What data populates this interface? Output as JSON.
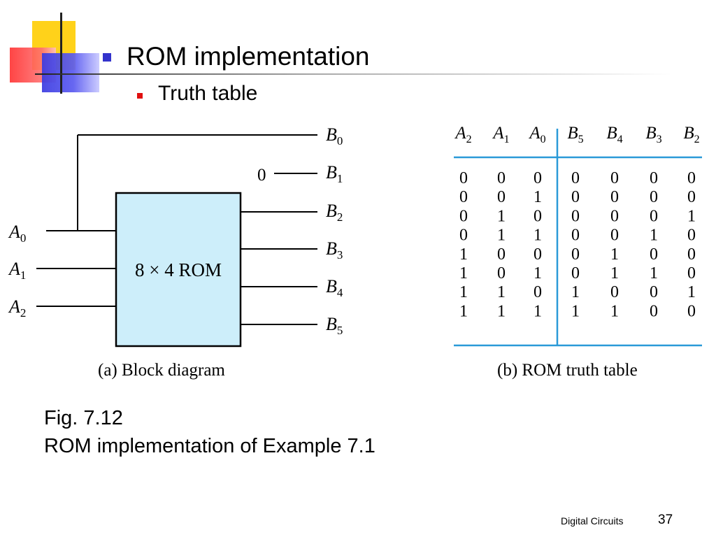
{
  "slide": {
    "title": "ROM implementation",
    "subtitle": "Truth table",
    "caption_line1": "Fig. 7.12",
    "caption_line2": "ROM implementation of Example 7.1",
    "footer": "Digital Circuits",
    "page_number": "37"
  },
  "block_diagram": {
    "caption": "(a) Block diagram",
    "rom_label": "8 × 4 ROM",
    "constant_zero": "0",
    "inputs": [
      {
        "var": "A",
        "sub": "0"
      },
      {
        "var": "A",
        "sub": "1"
      },
      {
        "var": "A",
        "sub": "2"
      }
    ],
    "outputs": [
      {
        "var": "B",
        "sub": "0"
      },
      {
        "var": "B",
        "sub": "1"
      },
      {
        "var": "B",
        "sub": "2"
      },
      {
        "var": "B",
        "sub": "3"
      },
      {
        "var": "B",
        "sub": "4"
      },
      {
        "var": "B",
        "sub": "5"
      }
    ]
  },
  "truth_table": {
    "caption": "(b) ROM truth table",
    "headers": [
      {
        "var": "A",
        "sub": "2"
      },
      {
        "var": "A",
        "sub": "1"
      },
      {
        "var": "A",
        "sub": "0"
      },
      {
        "var": "B",
        "sub": "5"
      },
      {
        "var": "B",
        "sub": "4"
      },
      {
        "var": "B",
        "sub": "3"
      },
      {
        "var": "B",
        "sub": "2"
      }
    ],
    "rows": [
      [
        "0",
        "0",
        "0",
        "0",
        "0",
        "0",
        "0"
      ],
      [
        "0",
        "0",
        "1",
        "0",
        "0",
        "0",
        "0"
      ],
      [
        "0",
        "1",
        "0",
        "0",
        "0",
        "0",
        "1"
      ],
      [
        "0",
        "1",
        "1",
        "0",
        "0",
        "1",
        "0"
      ],
      [
        "1",
        "0",
        "0",
        "0",
        "1",
        "0",
        "0"
      ],
      [
        "1",
        "0",
        "1",
        "0",
        "1",
        "1",
        "0"
      ],
      [
        "1",
        "1",
        "0",
        "1",
        "0",
        "0",
        "1"
      ],
      [
        "1",
        "1",
        "1",
        "1",
        "1",
        "0",
        "0"
      ]
    ]
  },
  "colors": {
    "rom_fill": "#cdeefa",
    "table_rule": "#2a9ad8",
    "bullet_level1": "#3333cc",
    "bullet_level2": "#e01010"
  }
}
